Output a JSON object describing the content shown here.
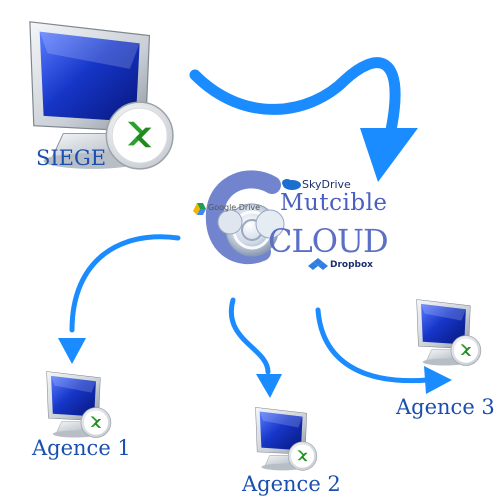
{
  "nodes": {
    "siege": {
      "label": "SIEGE"
    },
    "agence1": {
      "label": "Agence 1"
    },
    "agence2": {
      "label": "Agence 2"
    },
    "agence3": {
      "label": "Agence 3"
    }
  },
  "cloud": {
    "title_line1": "Mutcible",
    "title_line2": "CLOUD",
    "services": {
      "skydrive": "SkyDrive",
      "google_drive": "Google Drive",
      "dropbox": "Dropbox"
    }
  },
  "colors": {
    "arrow": "#1a8cff",
    "label": "#1a4fb0",
    "screen_blue": "#1636c8",
    "rdp_green": "#2aa12a"
  }
}
